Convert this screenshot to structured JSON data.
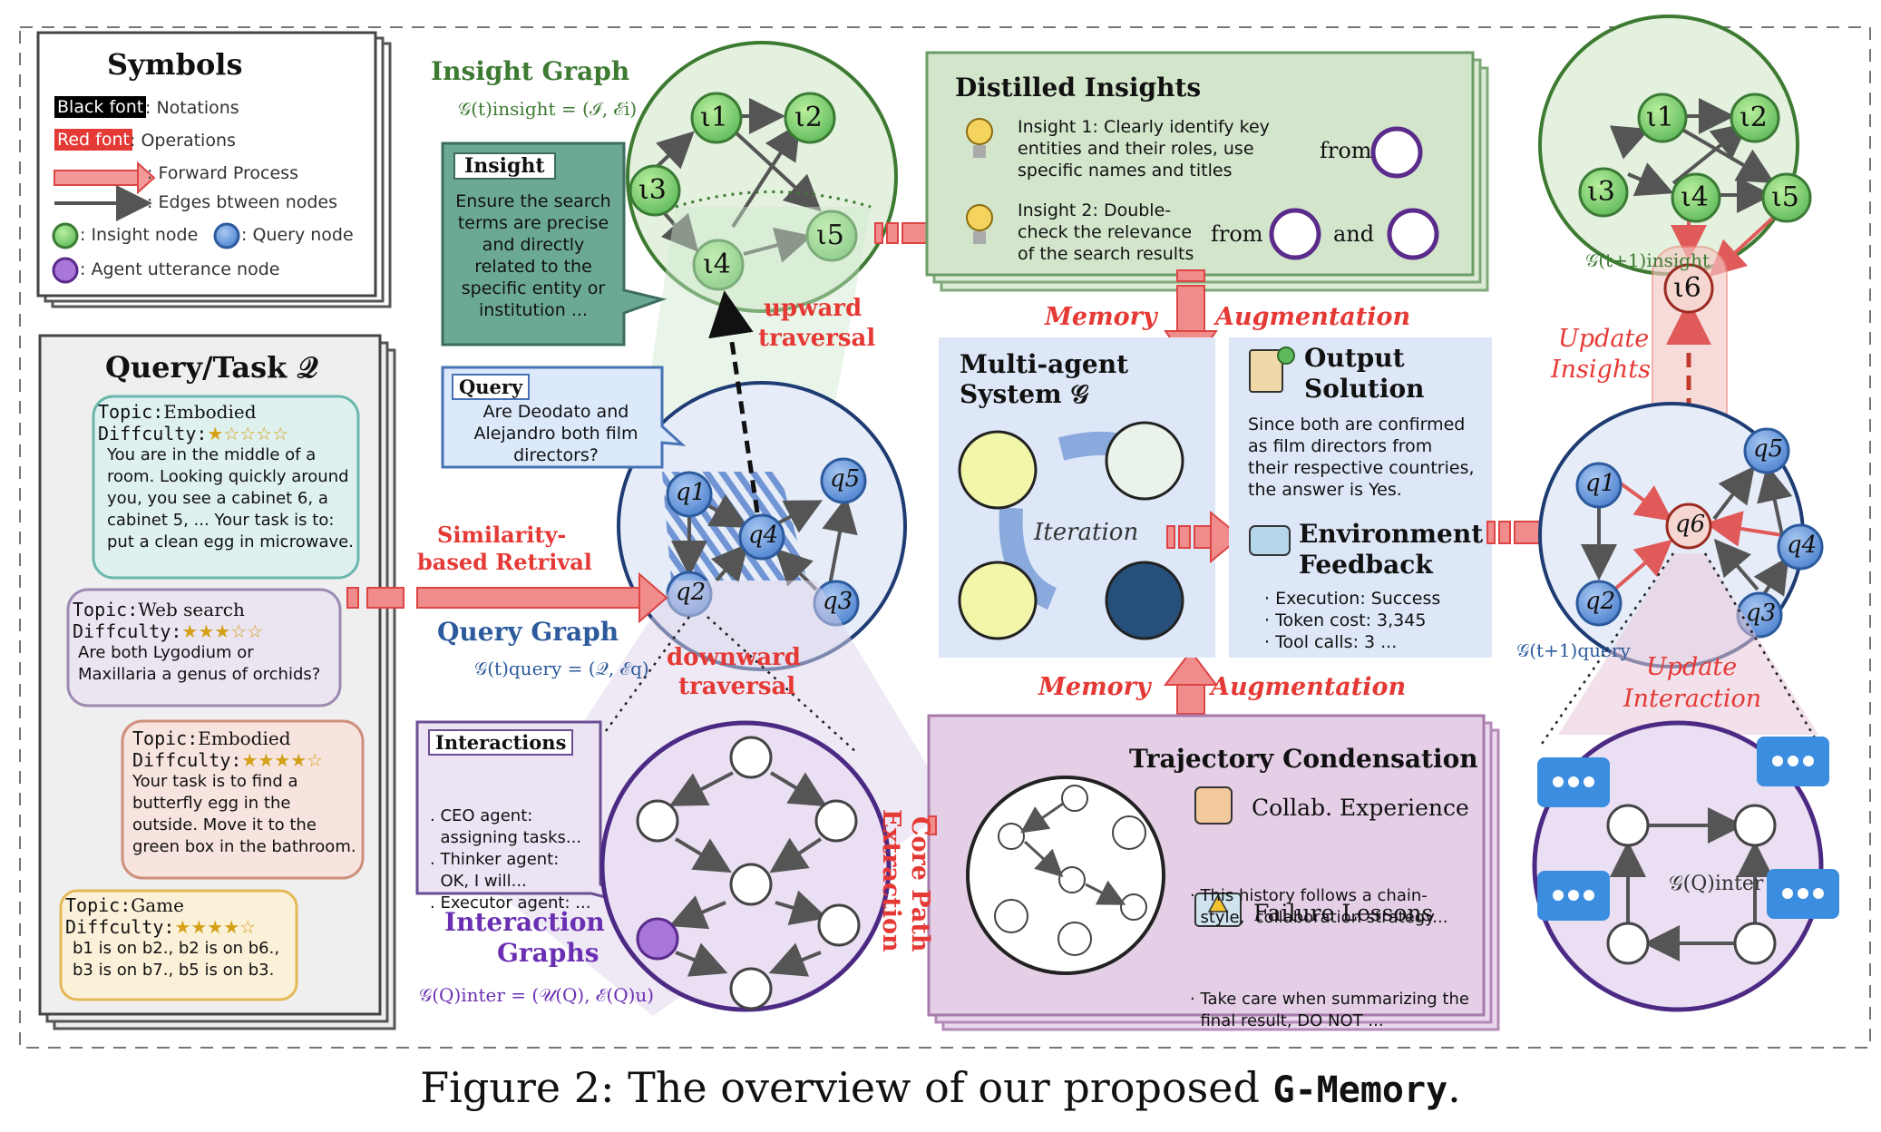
{
  "symbols": {
    "title": "Symbols",
    "black_font_tag": "Black font",
    "black_font_desc": ": Notations",
    "red_font_tag": "Red font",
    "red_font_desc": ": Operations",
    "forward": ": Forward Process",
    "edges": ": Edges btween nodes",
    "insight_node": ": Insight node",
    "query_node": ": Query node",
    "agent_node": ": Agent utterance node"
  },
  "query_task": {
    "title": "Query/Task 𝒬",
    "tasks": [
      {
        "topic_label": "Topic:",
        "topic": "Embodied",
        "diff_label": "Diffculty:",
        "stars": "★☆☆☆☆",
        "text": [
          "You are in the middle of a",
          "room. Looking quickly around",
          "you, you see a cabinet 6, a",
          "cabinet 5, ... Your task is to:",
          "put a clean egg in microwave."
        ]
      },
      {
        "topic_label": "Topic:",
        "topic": "Web search",
        "diff_label": "Diffculty:",
        "stars": "★★★☆☆",
        "text": [
          "Are both Lygodium or",
          "Maxillaria a genus of orchids?"
        ]
      },
      {
        "topic_label": "Topic:",
        "topic": "Embodied",
        "diff_label": "Diffculty:",
        "stars": "★★★★☆",
        "text": [
          "Your task is to find a",
          "butterfly egg in the",
          "outside. Move it to the",
          "green box in the bathroom."
        ]
      },
      {
        "topic_label": "Topic:",
        "topic": "Game",
        "diff_label": "Diffculty:",
        "stars": "★★★★☆",
        "text": [
          "b1 is on b2., b2 is on b6.,",
          "b3 is on b7., b5 is on b3."
        ]
      }
    ]
  },
  "insight_graph": {
    "title": "Insight Graph",
    "formula": "𝒢(t)insight = (ℐ, ℰi)",
    "nodes": [
      "ι1",
      "ι2",
      "ι3",
      "ι4",
      "ι5"
    ]
  },
  "insight_card": {
    "tag": "Insight",
    "text": [
      "Ensure the search",
      "terms are precise",
      "and directly",
      "related to the",
      "specific entity or",
      "institution ..."
    ]
  },
  "query_card": {
    "tag": "Query",
    "text": [
      "Are Deodato and",
      "Alejandro both film",
      "directors?"
    ]
  },
  "query_graph": {
    "title": "Query Graph",
    "formula": "𝒢(t)query = (𝒬, ℰq)",
    "nodes": [
      "q1",
      "q2",
      "q3",
      "q4",
      "q5"
    ]
  },
  "interactions_card": {
    "tag": "Interactions",
    "text": [
      ". CEO agent:",
      "  assigning tasks...",
      ". Thinker agent:",
      "  OK, I will...",
      ". Executor agent: ..."
    ]
  },
  "interaction_graphs": {
    "title_line1": "Interaction",
    "title_line2": "Graphs",
    "formula": "𝒢(Q)inter = (𝒰(Q), ℰ(Q)u)"
  },
  "operations": {
    "upward_1": "upward",
    "upward_2": "traversal",
    "downward_1": "downward",
    "downward_2": "traversal",
    "similarity_1": "Similarity-",
    "similarity_2": "based Retrival",
    "memory_top_1": "Memory",
    "memory_top_2": "Augmentation",
    "memory_bottom_1": "Memory",
    "memory_bottom_2": "Augmentation",
    "core_path_1": "Core Path",
    "core_path_2": "Extraction",
    "update_insights_1": "Update",
    "update_insights_2": "Insights",
    "update_interaction_1": "Update",
    "update_interaction_2": "Interaction"
  },
  "distilled": {
    "title": "Distilled Insights",
    "insight1": [
      "Insight 1: Clearly identify key",
      "entities and their roles, use",
      "specific names and titles"
    ],
    "from1": "from",
    "insight2": [
      "Insight 2: Double-",
      "check the relevance",
      "of the search results"
    ],
    "from2": "from",
    "and": "and"
  },
  "mas": {
    "title_1": "Multi-agent",
    "title_2": "System 𝒢",
    "iteration": "Iteration"
  },
  "output": {
    "title_1": "Output",
    "title_2": "Solution",
    "text": [
      "Since both are confirmed",
      "as film directors from",
      "their respective countries,",
      "the answer is Yes."
    ]
  },
  "env": {
    "title_1": "Environment",
    "title_2": "Feedback",
    "items": [
      "· Execution: Success",
      "· Token cost: 3,345",
      "· Tool calls: 3 ..."
    ]
  },
  "trajectory": {
    "title": "Trajectory Condensation",
    "collab": "Collab. Experience",
    "collab_text": [
      "· This history follows a chain-",
      "  style,  collaboration strategy..."
    ],
    "failure": "Failure Lessons",
    "failure_text": [
      "· Take care when summarizing the",
      "  final result, DO NOT ..."
    ]
  },
  "right_insight": {
    "formula": "𝒢(t+1)insight",
    "nodes": [
      "ι1",
      "ι2",
      "ι3",
      "ι4",
      "ι5",
      "ι6"
    ]
  },
  "right_query": {
    "formula": "𝒢(t+1)query",
    "nodes": [
      "q1",
      "q2",
      "q3",
      "q4",
      "q5",
      "q6"
    ]
  },
  "right_inter": {
    "formula": "𝒢(Q)inter"
  },
  "caption": {
    "prefix": "Figure 2: The overview of our proposed ",
    "name": "G-Memory",
    "suffix": "."
  },
  "colors": {
    "insight_green": "#7ed67a",
    "query_blue": "#5b8fd8",
    "agent_purple": "#a977d9",
    "op_red": "#e53935",
    "arrow_fill": "#f08c8c"
  }
}
